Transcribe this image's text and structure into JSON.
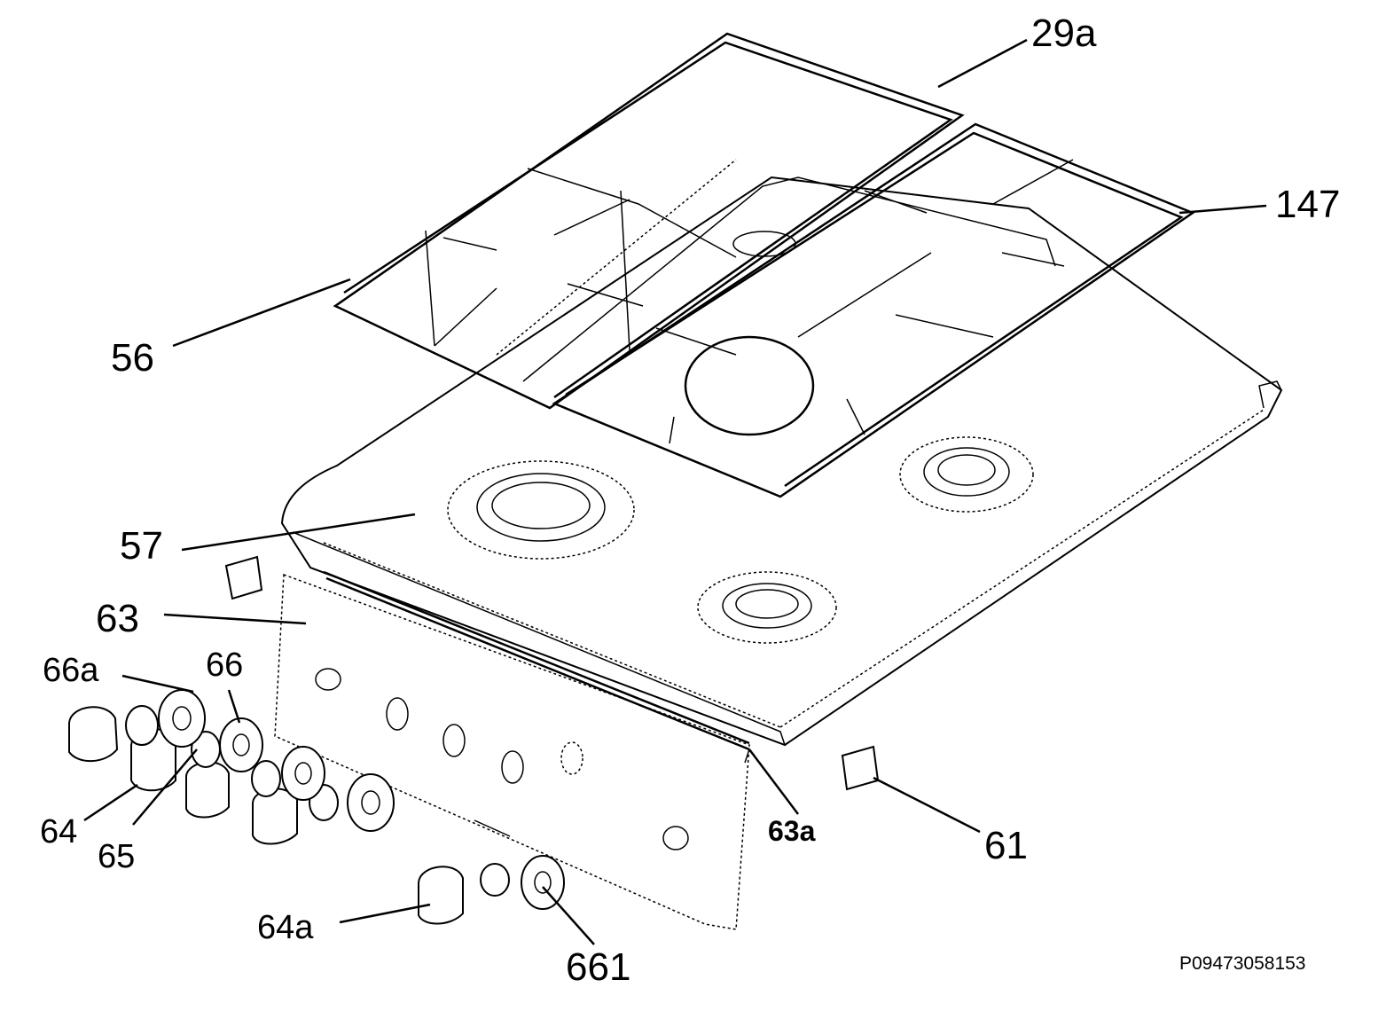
{
  "reference_code": "P09473058153",
  "callouts": [
    {
      "id": "29a",
      "text": "29a"
    },
    {
      "id": "147",
      "text": "147"
    },
    {
      "id": "56",
      "text": "56"
    },
    {
      "id": "57",
      "text": "57"
    },
    {
      "id": "63",
      "text": "63"
    },
    {
      "id": "66a",
      "text": "66a"
    },
    {
      "id": "66",
      "text": "66"
    },
    {
      "id": "64",
      "text": "64"
    },
    {
      "id": "65",
      "text": "65"
    },
    {
      "id": "63a",
      "text": "63a"
    },
    {
      "id": "61",
      "text": "61"
    },
    {
      "id": "64a",
      "text": "64a"
    },
    {
      "id": "661",
      "text": "661"
    }
  ]
}
